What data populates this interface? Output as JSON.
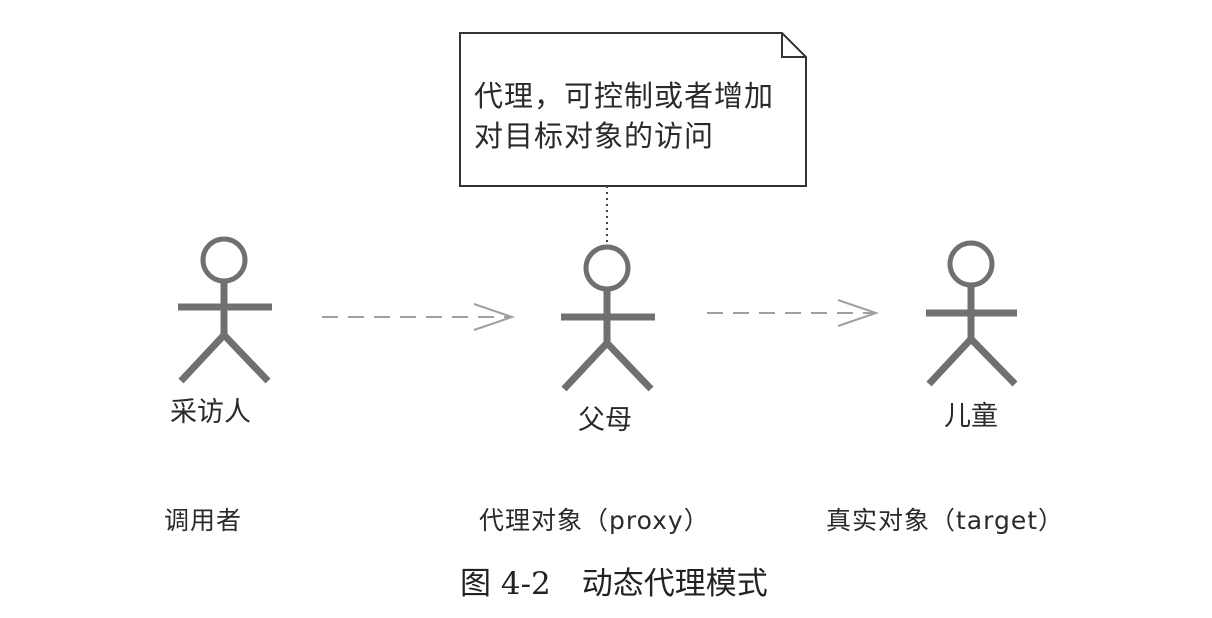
{
  "note": {
    "lines": [
      "代理，可控制或者增加",
      "对目标对象的访问"
    ]
  },
  "actors": [
    {
      "id": "interviewer",
      "label": "采访人",
      "role": "调用者"
    },
    {
      "id": "parents",
      "label": "父母",
      "role": "代理对象（proxy）"
    },
    {
      "id": "child",
      "label": "儿童",
      "role": "真实对象（target）"
    }
  ],
  "caption": "图 4-2　动态代理模式",
  "colors": {
    "actor": "#707070",
    "arrow": "#a0a0a0",
    "note_border": "#333333",
    "text": "#2a2a2a"
  }
}
